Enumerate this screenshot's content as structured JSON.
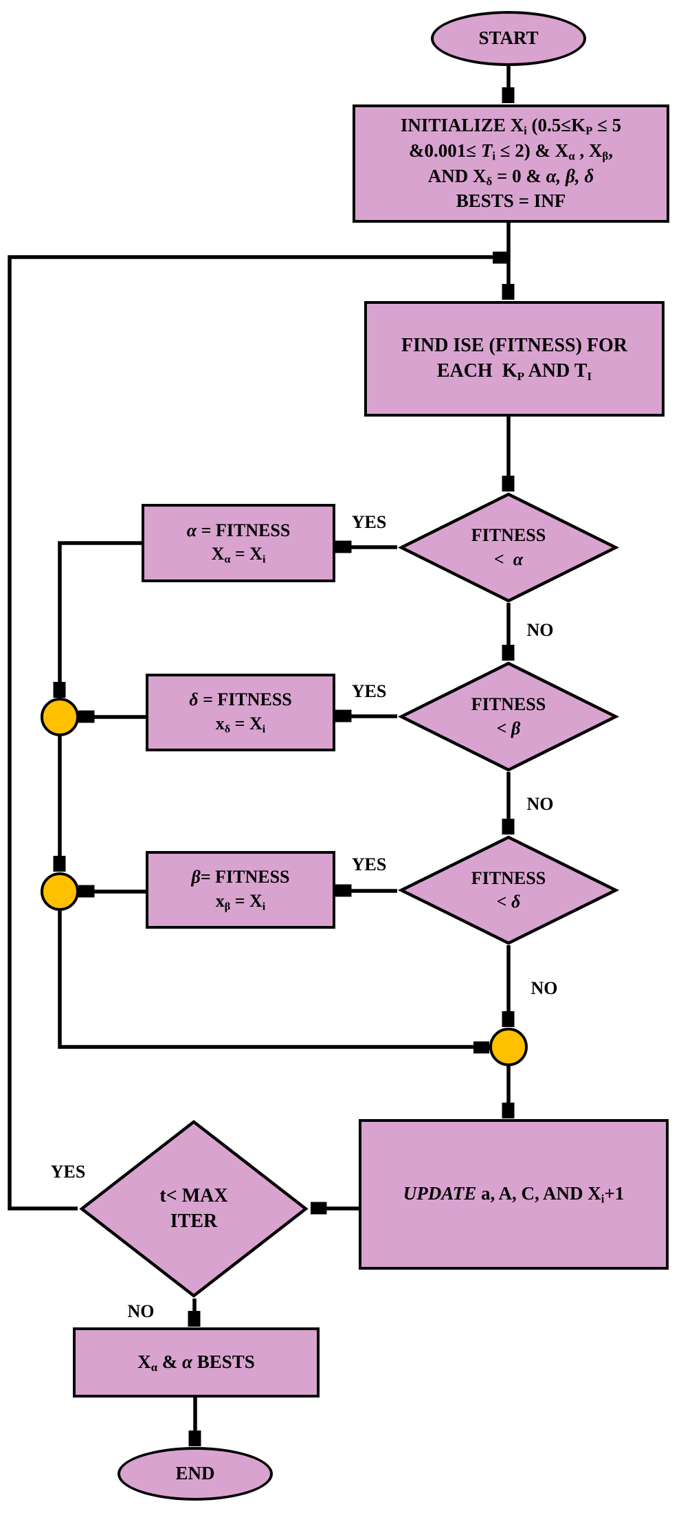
{
  "colors": {
    "background": "#FFFFFF",
    "shape_fill": "#D9A3D0",
    "shape_border": "#000000",
    "connector_yellow": "#FFC000",
    "line": "#000000",
    "text": "#000000"
  },
  "nodes": {
    "start": {
      "type": "terminator",
      "lines": [
        [
          {
            "t": "START"
          }
        ]
      ]
    },
    "initialize": {
      "type": "process",
      "lines": [
        [
          {
            "t": "INITIALIZE X"
          },
          {
            "t": "i",
            "s": "sub"
          },
          {
            "t": " (0.5≤K"
          },
          {
            "t": "P",
            "s": "sub"
          },
          {
            "t": " ≤ 5"
          }
        ],
        [
          {
            "t": "&0.001≤ "
          },
          {
            "t": "T",
            "s": "i"
          },
          {
            "t": "i",
            "s": "sub"
          },
          {
            "t": " ≤ 2) & X"
          },
          {
            "t": "α",
            "s": "sub"
          },
          {
            "t": " , X"
          },
          {
            "t": "β",
            "s": "sub"
          },
          {
            "t": ","
          }
        ],
        [
          {
            "t": "AND X"
          },
          {
            "t": "δ",
            "s": "sub"
          },
          {
            "t": " = 0 & "
          },
          {
            "t": "α, β, δ",
            "s": "i"
          }
        ],
        [
          {
            "t": "BESTS = INF"
          }
        ]
      ]
    },
    "find_fitness": {
      "type": "process",
      "lines": [
        [
          {
            "t": "FIND ISE (FITNESS) FOR"
          }
        ],
        [
          {
            "t": "EACH  K"
          },
          {
            "t": "P",
            "s": "sub"
          },
          {
            "t": " AND T"
          },
          {
            "t": "I",
            "s": "sub"
          }
        ]
      ]
    },
    "decision_alpha": {
      "type": "decision",
      "lines": [
        [
          {
            "t": "FITNESS"
          }
        ],
        [
          {
            "t": "<  "
          },
          {
            "t": "α",
            "s": "i"
          }
        ]
      ]
    },
    "assign_alpha": {
      "type": "process",
      "lines": [
        [
          {
            "t": "α",
            "s": "i"
          },
          {
            "t": " = FITNESS"
          }
        ],
        [
          {
            "t": "X"
          },
          {
            "t": "α",
            "s": "sub"
          },
          {
            "t": " = X"
          },
          {
            "t": "i",
            "s": "sub"
          }
        ]
      ]
    },
    "decision_beta": {
      "type": "decision",
      "lines": [
        [
          {
            "t": "FITNESS"
          }
        ],
        [
          {
            "t": "< "
          },
          {
            "t": "β",
            "s": "i"
          }
        ]
      ]
    },
    "assign_delta": {
      "type": "process",
      "lines": [
        [
          {
            "t": "δ",
            "s": "i"
          },
          {
            "t": " = FITNESS"
          }
        ],
        [
          {
            "t": "x"
          },
          {
            "t": "δ",
            "s": "sub"
          },
          {
            "t": " = X"
          },
          {
            "t": "i",
            "s": "sub"
          }
        ]
      ]
    },
    "decision_delta": {
      "type": "decision",
      "lines": [
        [
          {
            "t": "FITNESS"
          }
        ],
        [
          {
            "t": "< "
          },
          {
            "t": "δ",
            "s": "i"
          }
        ]
      ]
    },
    "assign_beta": {
      "type": "process",
      "lines": [
        [
          {
            "t": "β",
            "s": "i"
          },
          {
            "t": "= FITNESS"
          }
        ],
        [
          {
            "t": "x"
          },
          {
            "t": "β",
            "s": "sub"
          },
          {
            "t": " = X"
          },
          {
            "t": "i",
            "s": "sub"
          }
        ]
      ]
    },
    "update": {
      "type": "process",
      "lines": [
        [
          {
            "t": "UPDATE",
            "s": "i"
          },
          {
            "t": " a, A, C, AND X"
          },
          {
            "t": "i",
            "s": "sub"
          },
          {
            "t": "+1"
          }
        ]
      ]
    },
    "max_iter": {
      "type": "decision",
      "lines": [
        [
          {
            "t": "t< MAX"
          }
        ],
        [
          {
            "t": "ITER"
          }
        ]
      ]
    },
    "bests": {
      "type": "process",
      "lines": [
        [
          {
            "t": "X"
          },
          {
            "t": "α",
            "s": "sub"
          },
          {
            "t": " & "
          },
          {
            "t": "α",
            "s": "i"
          },
          {
            "t": " BESTS"
          }
        ]
      ]
    },
    "end": {
      "type": "terminator",
      "lines": [
        [
          {
            "t": "END"
          }
        ]
      ]
    }
  },
  "edge_labels": {
    "yes_alpha": "YES",
    "no_alpha": "NO",
    "yes_beta": "YES",
    "no_beta": "NO",
    "yes_delta": "YES",
    "no_delta": "NO",
    "yes_iter": "YES",
    "no_iter": "NO"
  }
}
